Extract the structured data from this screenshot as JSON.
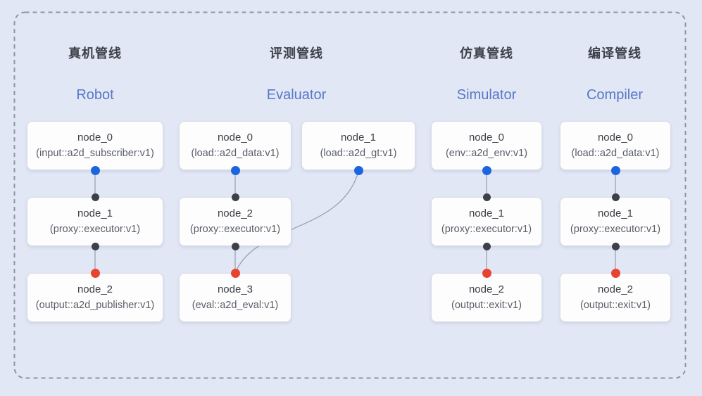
{
  "diagram": {
    "pipelines": [
      {
        "title": "真机管线",
        "subtitle": "Robot",
        "nodes": [
          {
            "name": "node_0",
            "type": "(input::a2d_subscriber:v1)"
          },
          {
            "name": "node_1",
            "type": "(proxy::executor:v1)"
          },
          {
            "name": "node_2",
            "type": "(output::a2d_publisher:v1)"
          }
        ]
      },
      {
        "title": "评测管线",
        "subtitle": "Evaluator",
        "nodes": [
          {
            "name": "node_0",
            "type": "(load::a2d_data:v1)"
          },
          {
            "name": "node_1",
            "type": "(load::a2d_gt:v1)"
          },
          {
            "name": "node_2",
            "type": "(proxy::executor:v1)"
          },
          {
            "name": "node_3",
            "type": "(eval::a2d_eval:v1)"
          }
        ]
      },
      {
        "title": "仿真管线",
        "subtitle": "Simulator",
        "nodes": [
          {
            "name": "node_0",
            "type": "(env::a2d_env:v1)"
          },
          {
            "name": "node_1",
            "type": "(proxy::executor:v1)"
          },
          {
            "name": "node_2",
            "type": "(output::exit:v1)"
          }
        ]
      },
      {
        "title": "编译管线",
        "subtitle": "Compiler",
        "nodes": [
          {
            "name": "node_0",
            "type": "(load::a2d_data:v1)"
          },
          {
            "name": "node_1",
            "type": "(proxy::executor:v1)"
          },
          {
            "name": "node_2",
            "type": "(output::exit:v1)"
          }
        ]
      }
    ],
    "colors": {
      "background": "#e2e7f6",
      "box_fill": "#fdfdfe",
      "box_border": "#d9dce3",
      "dashed_border": "#8f95a0",
      "edge_line": "#9ba1ae",
      "dot_blue": "#1b66df",
      "dot_dark": "#3d4145",
      "dot_red": "#e8432f",
      "title_text": "#3c4047",
      "subtitle_text": "#5678c6"
    }
  }
}
